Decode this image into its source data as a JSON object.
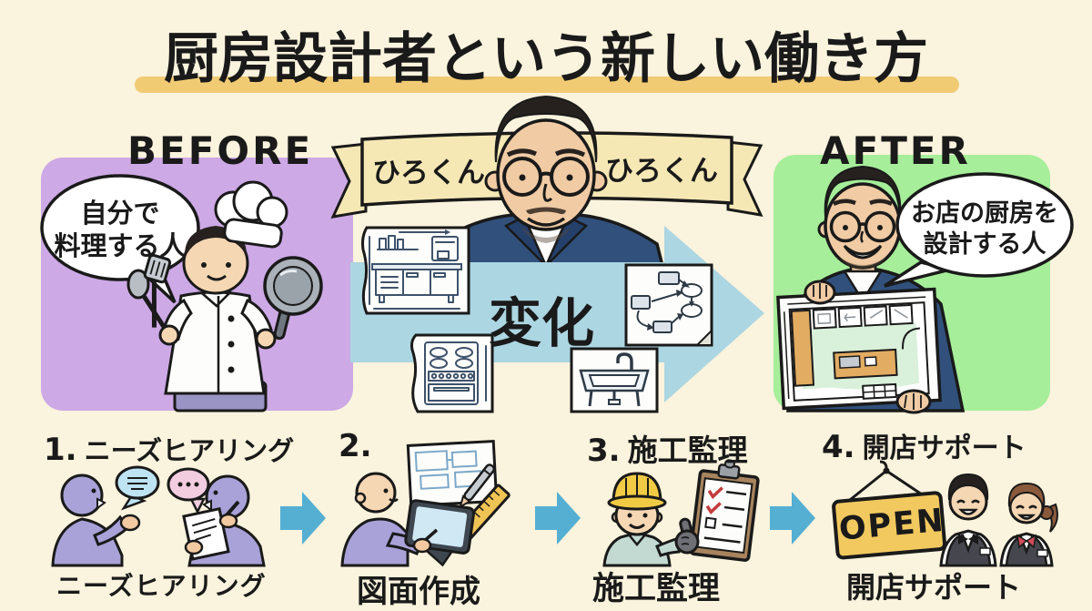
{
  "title": "厨房設計者という新しい働き方",
  "labels": {
    "before": "BEFORE",
    "after": "AFTER",
    "change": "変化"
  },
  "banner": {
    "name_left": "ひろくん",
    "name_right": "ひろくん"
  },
  "bubbles": {
    "before": {
      "line1": "自分で",
      "line2": "料理する人"
    },
    "after": {
      "line1": "お店の厨房を",
      "line2": "設計する人"
    }
  },
  "steps": [
    {
      "number": "1.",
      "heading": "ニーズヒアリング",
      "caption": "ニーズヒアリング"
    },
    {
      "number": "2.",
      "heading": "",
      "caption": "図面作成"
    },
    {
      "number": "3.",
      "heading": "施工監理",
      "caption": "施工監理"
    },
    {
      "number": "4.",
      "heading": "開店サポート",
      "caption": "開店サポート"
    }
  ],
  "open_sign": "OPEN",
  "colors": {
    "background": "#FAF3DD",
    "title_highlight": "#F1CB74",
    "before_panel": "#CDA9E6",
    "after_panel": "#A6EE99",
    "change_arrow": "#ACD6E2",
    "step_arrow": "#54AFD3",
    "banner_ribbon": "#F5E8B5",
    "open_sign": "#F2C95F",
    "suit_navy": "#31517C",
    "figure_purple": "#A9A2D8",
    "helmet_yellow": "#F2CB45"
  }
}
